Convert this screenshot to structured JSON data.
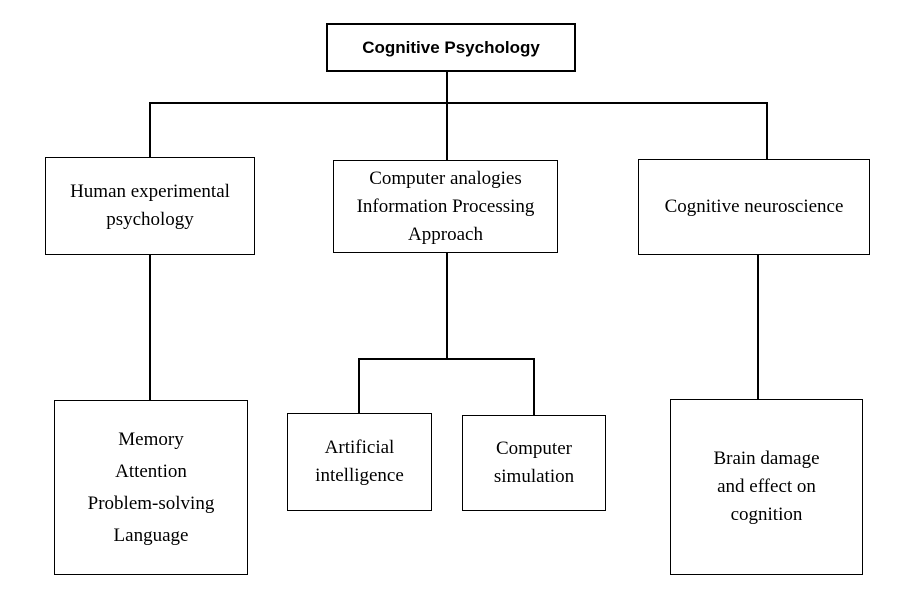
{
  "diagram_title": "Cognitive Psychology",
  "nodes": {
    "root": {
      "label": "Cognitive Psychology"
    },
    "human": {
      "label": "Human experimental\npsychology"
    },
    "computer": {
      "label": "Computer analogies\nInformation Processing\nApproach"
    },
    "neuro": {
      "label": "Cognitive neuroscience"
    },
    "memory": {
      "label": "Memory\nAttention\nProblem-solving\nLanguage"
    },
    "ai": {
      "label": "Artificial\nintelligence"
    },
    "sim": {
      "label": "Computer\nsimulation"
    },
    "brain": {
      "label": "Brain damage\nand effect on\ncognition"
    }
  },
  "edges": [
    {
      "from": "root",
      "to": "human"
    },
    {
      "from": "root",
      "to": "computer"
    },
    {
      "from": "root",
      "to": "neuro"
    },
    {
      "from": "human",
      "to": "memory"
    },
    {
      "from": "computer",
      "to": "ai"
    },
    {
      "from": "computer",
      "to": "sim"
    },
    {
      "from": "neuro",
      "to": "brain"
    }
  ],
  "colors": {
    "background": "#ffffff",
    "line": "#000000",
    "box_border": "#000000",
    "text": "#000000"
  }
}
